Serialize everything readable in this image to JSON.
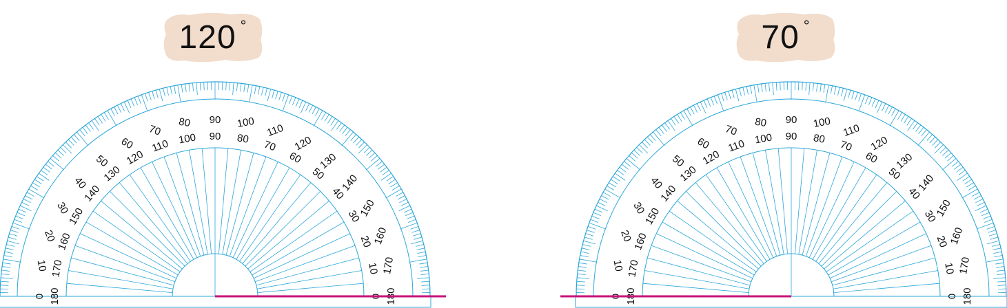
{
  "colors": {
    "protractor": "#2aa6d9",
    "arm": "#c8127a",
    "badge": "#f2dccb"
  },
  "protractors": [
    {
      "angle_label": "120",
      "degree_symbol": "°",
      "arm_direction": "right"
    },
    {
      "angle_label": "70",
      "degree_symbol": "°",
      "arm_direction": "left"
    }
  ]
}
